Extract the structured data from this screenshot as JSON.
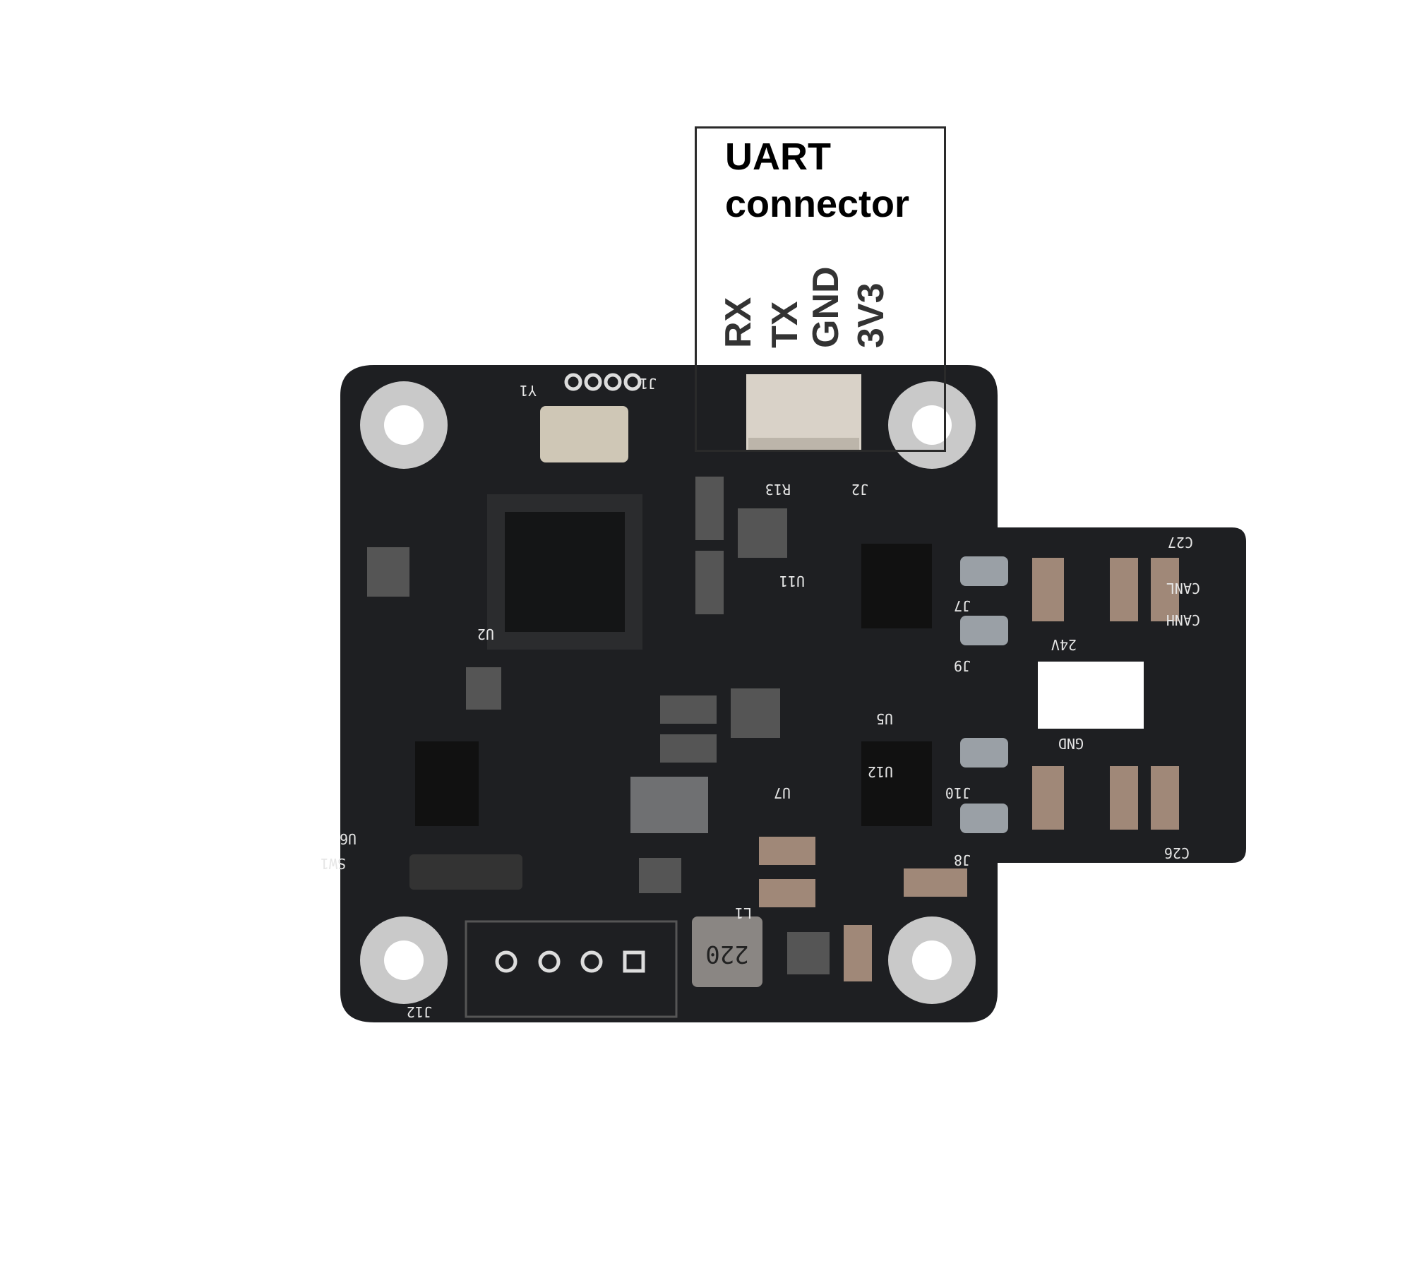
{
  "callout": {
    "title_line1": "UART",
    "title_line2": "connector",
    "pins": [
      "RX",
      "TX",
      "GND",
      "3V3"
    ]
  },
  "board": {
    "color": "#1e1f22",
    "silkscreen": [
      "J2",
      "U5",
      "U12",
      "J7",
      "J9",
      "J10",
      "J8",
      "C27",
      "C26",
      "CANL",
      "CANH",
      "24V",
      "GND",
      "J12",
      "SW1",
      "U6",
      "U2",
      "Y1",
      "J1",
      "R13",
      "U11",
      "U7",
      "L1",
      "220"
    ]
  }
}
